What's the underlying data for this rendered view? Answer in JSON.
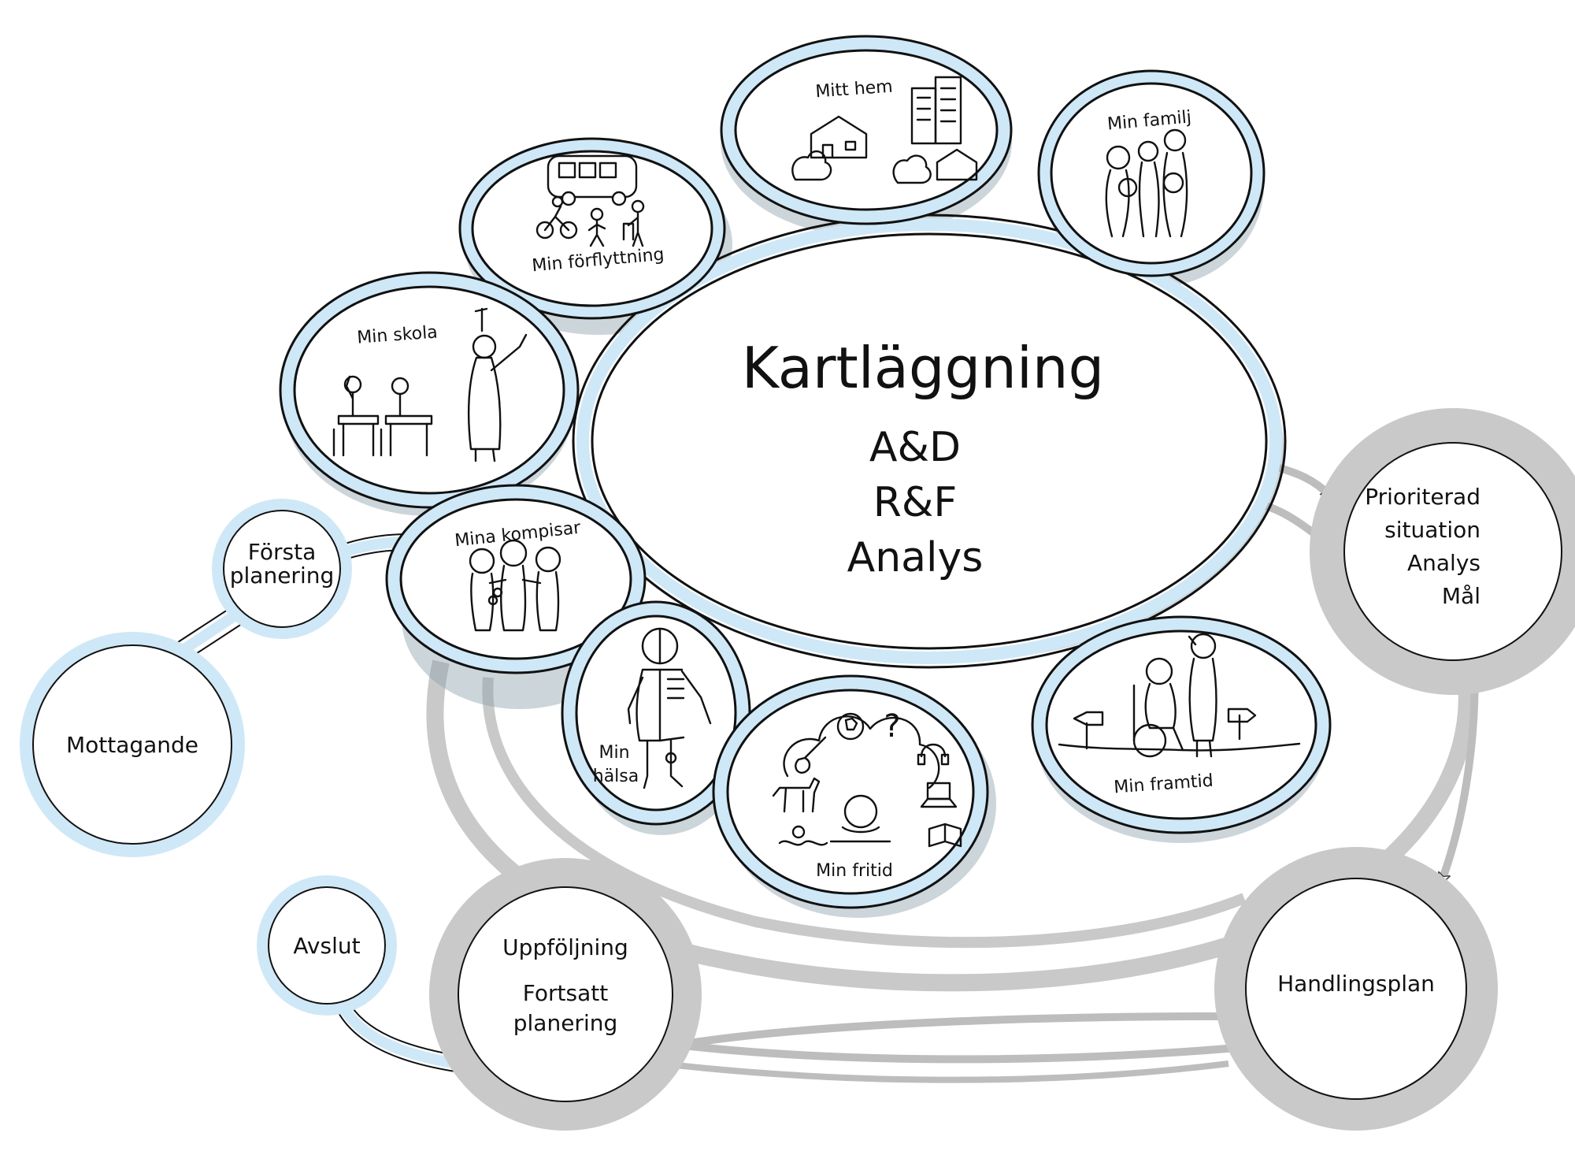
{
  "center": {
    "title": "Kartläggning",
    "lines": [
      "A&D",
      "R&F",
      "Analys"
    ]
  },
  "bubbles": {
    "forflyttning": "Min förflyttning",
    "hem": "Mitt hem",
    "familj": "Min familj",
    "skola": "Min skola",
    "kompisar": "Mina kompisar",
    "halsa": [
      "Min",
      "hälsa"
    ],
    "fritid": "Min fritid",
    "framtid": "Min framtid"
  },
  "process": {
    "forsta_planering": [
      "Första",
      "planering"
    ],
    "mottagande": "Mottagande",
    "avslut": "Avslut",
    "uppfoljning": [
      "Uppföljning",
      "Fortsatt",
      "planering"
    ],
    "handlingsplan": "Handlingsplan",
    "prioriterad": [
      "Prioriterad",
      "situation",
      "Analys",
      "Mål"
    ]
  },
  "colors": {
    "bubble_ring": "#cfe8f7",
    "process_ring": "#c9c9c9",
    "shadow": "#8fa1ad",
    "ink": "#111111"
  },
  "icons": {
    "forflyttning": [
      "bus-icon",
      "bicycle-icon",
      "walker-icon"
    ],
    "hem": [
      "houses-icon",
      "apartment-building-icon",
      "trees-icon"
    ],
    "familj": [
      "family-group-icon"
    ],
    "skola": [
      "teacher-icon",
      "student-desk-icon"
    ],
    "kompisar": [
      "friends-hugging-icon"
    ],
    "halsa": [
      "half-skeleton-body-icon"
    ],
    "fritid": [
      "football-icon",
      "question-mark-icon",
      "guitar-icon",
      "horse-icon",
      "headphones-icon",
      "laptop-icon",
      "swimmer-icon",
      "book-icon",
      "thinking-child-icon"
    ],
    "framtid": [
      "wheelchair-person-icon",
      "standing-person-icon",
      "signpost-icon"
    ]
  }
}
